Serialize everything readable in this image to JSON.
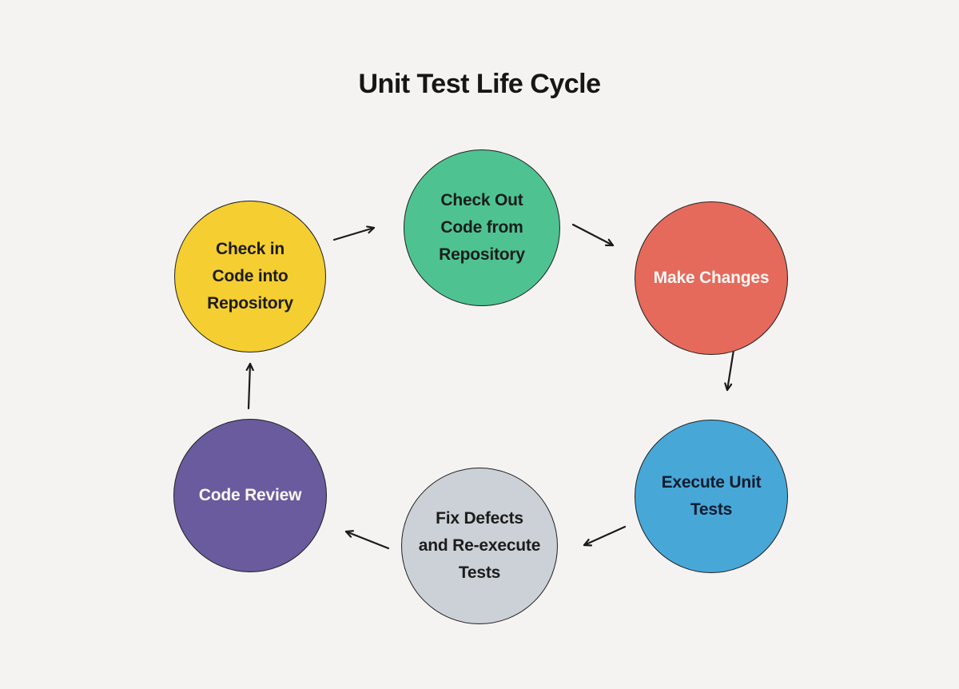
{
  "title": "Unit Test Life Cycle",
  "colors": {
    "background": "#f4f3f2",
    "circle_stroke": "#1f1f1f",
    "arrow": "#1a1a1a",
    "green": "#4ec391",
    "coral": "#e56a5b",
    "blue": "#47a8d8",
    "gray": "#ccd1d7",
    "purple": "#6a5b9e",
    "yellow": "#f5ce31"
  },
  "nodes": [
    {
      "id": "check-out-code-from-repository",
      "label": "Check Out\nCode from\nRepository",
      "fill": "#4ec391",
      "text_color": "#1c1c1c"
    },
    {
      "id": "make-changes",
      "label": "Make Changes",
      "fill": "#e56a5b",
      "text_color": "#faf7f5"
    },
    {
      "id": "execute-unit-tests",
      "label": "Execute Unit\nTests",
      "fill": "#47a8d8",
      "text_color": "#101b2e"
    },
    {
      "id": "fix-defects-and-re-execute-tests",
      "label": "Fix Defects\nand Re-execute\nTests",
      "fill": "#ccd1d7",
      "text_color": "#1c1c1c"
    },
    {
      "id": "code-review",
      "label": "Code Review",
      "fill": "#6a5b9e",
      "text_color": "#faf7f5"
    },
    {
      "id": "check-in-code-into-repository",
      "label": "Check in\nCode into\nRepository",
      "fill": "#f5ce31",
      "text_color": "#1c1c1c"
    }
  ],
  "edges": [
    {
      "from": "check-in-code-into-repository",
      "to": "check-out-code-from-repository"
    },
    {
      "from": "check-out-code-from-repository",
      "to": "make-changes"
    },
    {
      "from": "make-changes",
      "to": "execute-unit-tests"
    },
    {
      "from": "execute-unit-tests",
      "to": "fix-defects-and-re-execute-tests"
    },
    {
      "from": "fix-defects-and-re-execute-tests",
      "to": "code-review"
    },
    {
      "from": "code-review",
      "to": "check-in-code-into-repository"
    }
  ]
}
